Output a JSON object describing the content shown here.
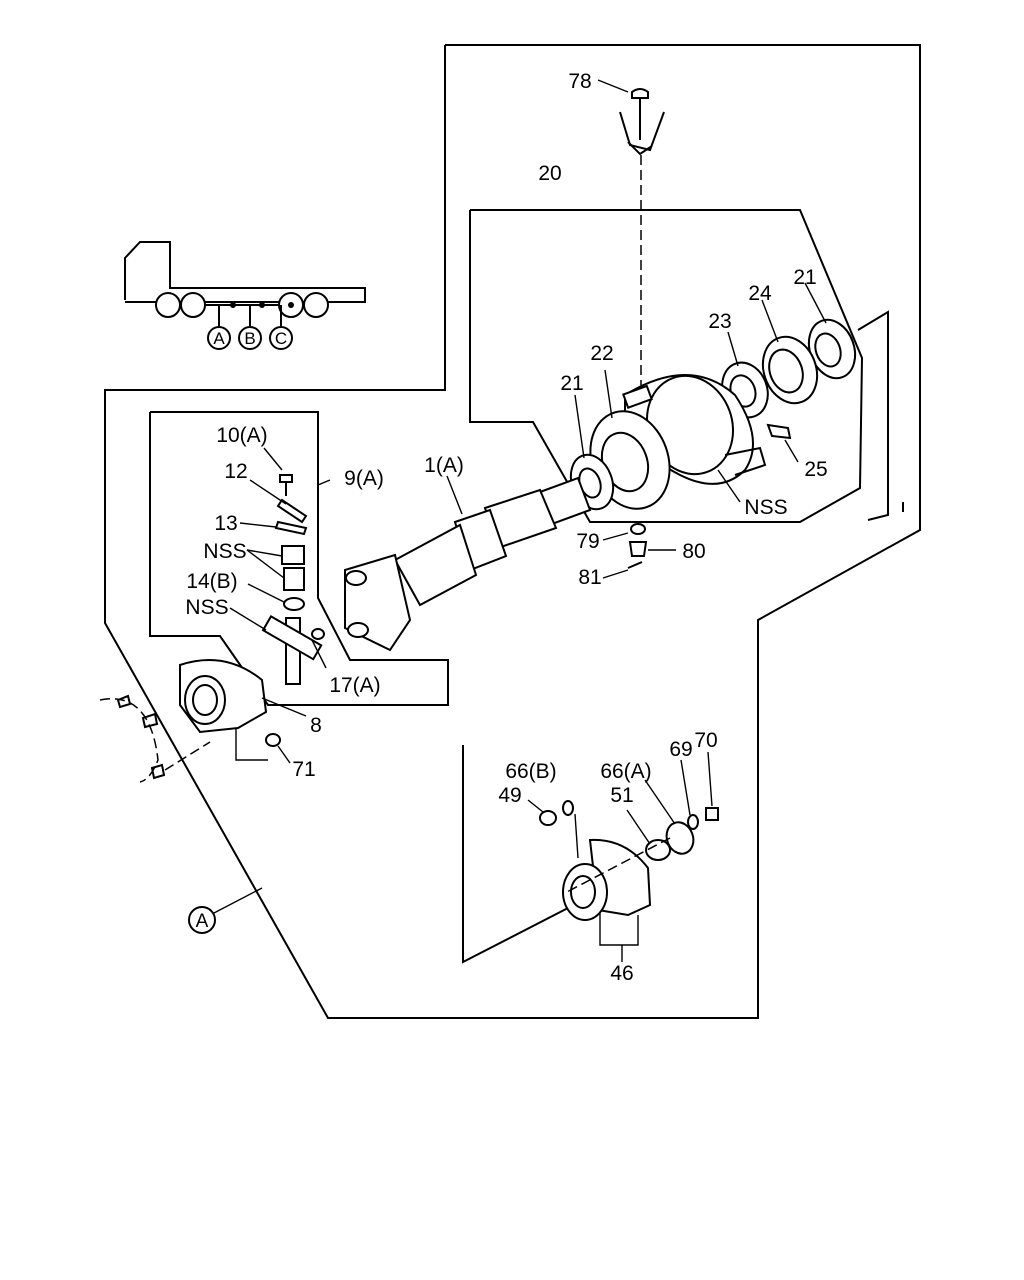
{
  "labels": {
    "p78": "78",
    "p20": "20",
    "p21a": "21",
    "p24": "24",
    "p23": "23",
    "p22": "22",
    "p21b": "21",
    "p25": "25",
    "nss_assy": "NSS",
    "p10": "10(A)",
    "p12": "12",
    "p9": "9(A)",
    "p1": "1(A)",
    "p13": "13",
    "nss1": "NSS",
    "p14": "14(B)",
    "nss2": "NSS",
    "p17": "17(A)",
    "p79": "79",
    "p80": "80",
    "p81": "81",
    "p8": "8",
    "p71": "71",
    "p66b": "66(B)",
    "p66a": "66(A)",
    "p69": "69",
    "p70": "70",
    "p49": "49",
    "p51": "51",
    "p46": "46"
  },
  "locator": {
    "a": "A",
    "b": "B",
    "c": "C"
  },
  "section_ref": "A"
}
